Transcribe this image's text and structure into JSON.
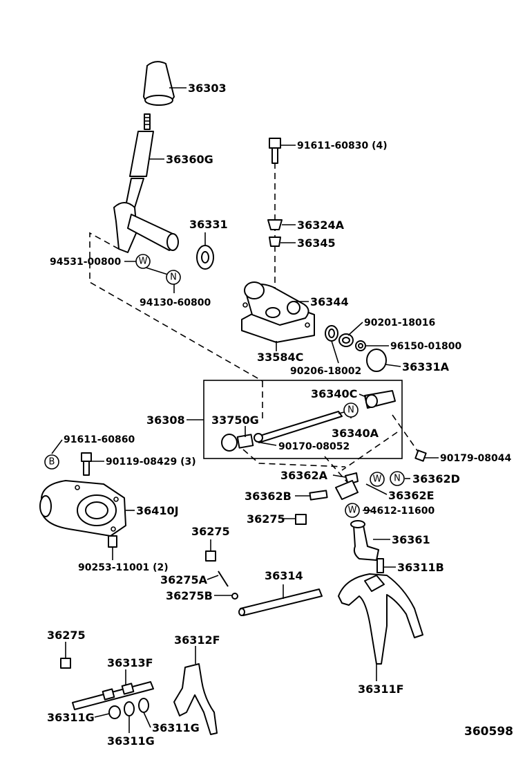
{
  "diagram_id": "360598",
  "labels": {
    "l36303": "36303",
    "l36360G": "36360G",
    "l91611_60830": "91611-60830 (4)",
    "l36331": "36331",
    "l36324A": "36324A",
    "l36345": "36345",
    "l94531_00800": "94531-00800",
    "l94130_60800": "94130-60800",
    "l36344": "36344",
    "l90201_18016": "90201-18016",
    "l96150_01800": "96150-01800",
    "l33584C": "33584C",
    "l90206_18002": "90206-18002",
    "l36331A": "36331A",
    "l36340C": "36340C",
    "l36308": "36308",
    "l33750G": "33750G",
    "l36340A": "36340A",
    "l91611_60860": "91611-60860",
    "l90170_08052": "90170-08052",
    "l90119_08429": "90119-08429 (3)",
    "l90179_08044": "90179-08044",
    "l36362A": "36362A",
    "l36362D": "36362D",
    "l36362B": "36362B",
    "l36362E": "36362E",
    "l36410J": "36410J",
    "l36275_a": "36275",
    "l94612_11600": "94612-11600",
    "l36275_b": "36275",
    "l36361": "36361",
    "l90253_11001": "90253-11001 (2)",
    "l36311B": "36311B",
    "l36275A": "36275A",
    "l36314": "36314",
    "l36275B": "36275B",
    "l36275_c": "36275",
    "l36312F": "36312F",
    "l36313F": "36313F",
    "l36311F": "36311F",
    "l36311G_a": "36311G",
    "l36311G_b": "36311G",
    "l36311G_c": "36311G"
  },
  "symbols": {
    "washer": "W",
    "nut": "N",
    "bolt": "B"
  },
  "icons": {
    "shift-knob": "shift-knob-icon",
    "shift-lever": "shift-lever-icon",
    "case": "transfer-case-icon"
  }
}
